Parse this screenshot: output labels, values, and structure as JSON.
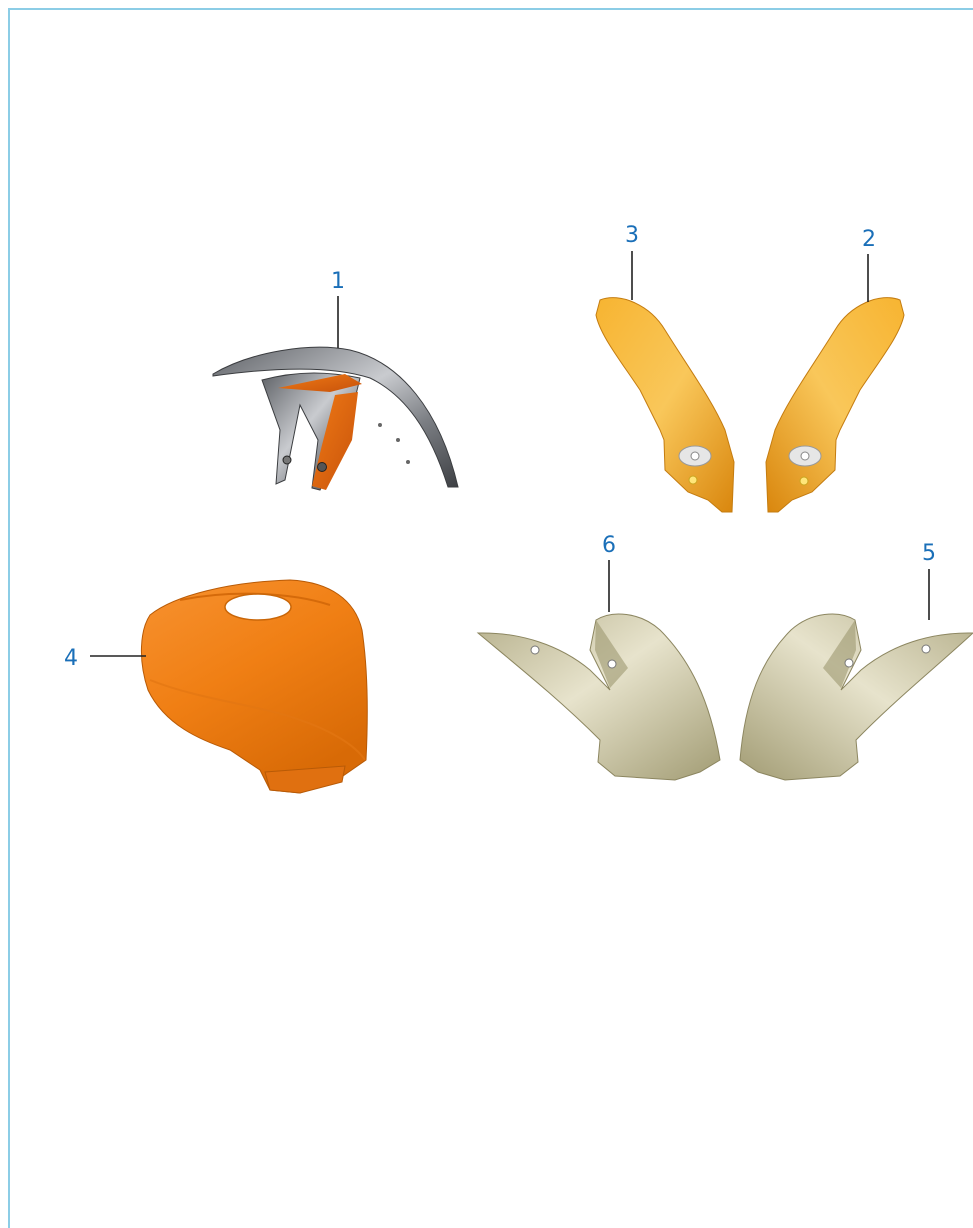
{
  "callouts": {
    "c1": "1",
    "c2": "2",
    "c3": "3",
    "c4": "4",
    "c5": "5",
    "c6": "6"
  },
  "parts": [
    {
      "id": "1",
      "icon": "front-fender-icon"
    },
    {
      "id": "2",
      "icon": "side-panel-right-icon"
    },
    {
      "id": "3",
      "icon": "side-panel-left-icon"
    },
    {
      "id": "4",
      "icon": "fuel-tank-cover-icon"
    },
    {
      "id": "5",
      "icon": "shroud-right-icon"
    },
    {
      "id": "6",
      "icon": "shroud-left-icon"
    }
  ],
  "colors": {
    "frame": "#8ccde6",
    "callout_text": "#1a6fb8",
    "orange": "#f08a1a",
    "gold": "#f2a21e",
    "grey": "#8a8d92",
    "khaki": "#c8c3a0"
  }
}
